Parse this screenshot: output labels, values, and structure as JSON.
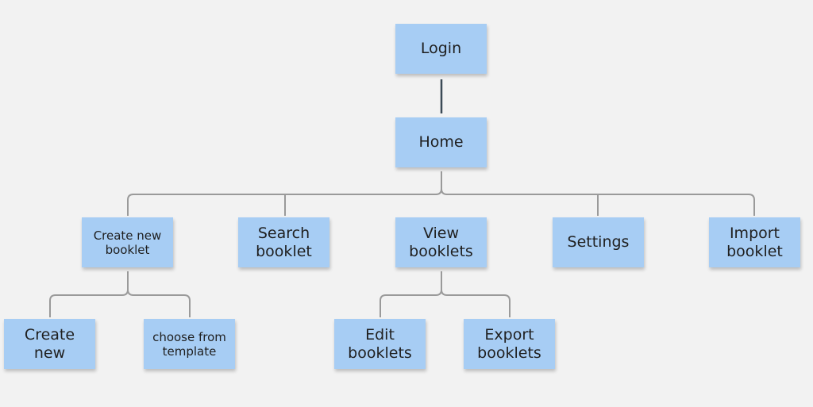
{
  "nodes": {
    "login": "Login",
    "home": "Home",
    "create_booklet": "Create new\nbooklet",
    "search_booklet": "Search\nbooklet",
    "view_booklets": "View\nbooklets",
    "settings": "Settings",
    "import_booklet": "Import\nbooklet",
    "create_new": "Create\nnew",
    "choose_template": "choose from\ntemplate",
    "edit_booklets": "Edit\nbooklets",
    "export_booklets": "Export\nbooklets"
  },
  "colors": {
    "background": "#f2f2f2",
    "note": "#a7cdf4",
    "line_dark": "#3b4a56",
    "line_light": "#9a9a9a"
  },
  "edges": [
    {
      "from": "login",
      "to": "home"
    },
    {
      "from": "home",
      "to": "create_booklet"
    },
    {
      "from": "home",
      "to": "search_booklet"
    },
    {
      "from": "home",
      "to": "view_booklets"
    },
    {
      "from": "home",
      "to": "settings"
    },
    {
      "from": "home",
      "to": "import_booklet"
    },
    {
      "from": "create_booklet",
      "to": "create_new"
    },
    {
      "from": "create_booklet",
      "to": "choose_template"
    },
    {
      "from": "view_booklets",
      "to": "edit_booklets"
    },
    {
      "from": "view_booklets",
      "to": "export_booklets"
    }
  ]
}
